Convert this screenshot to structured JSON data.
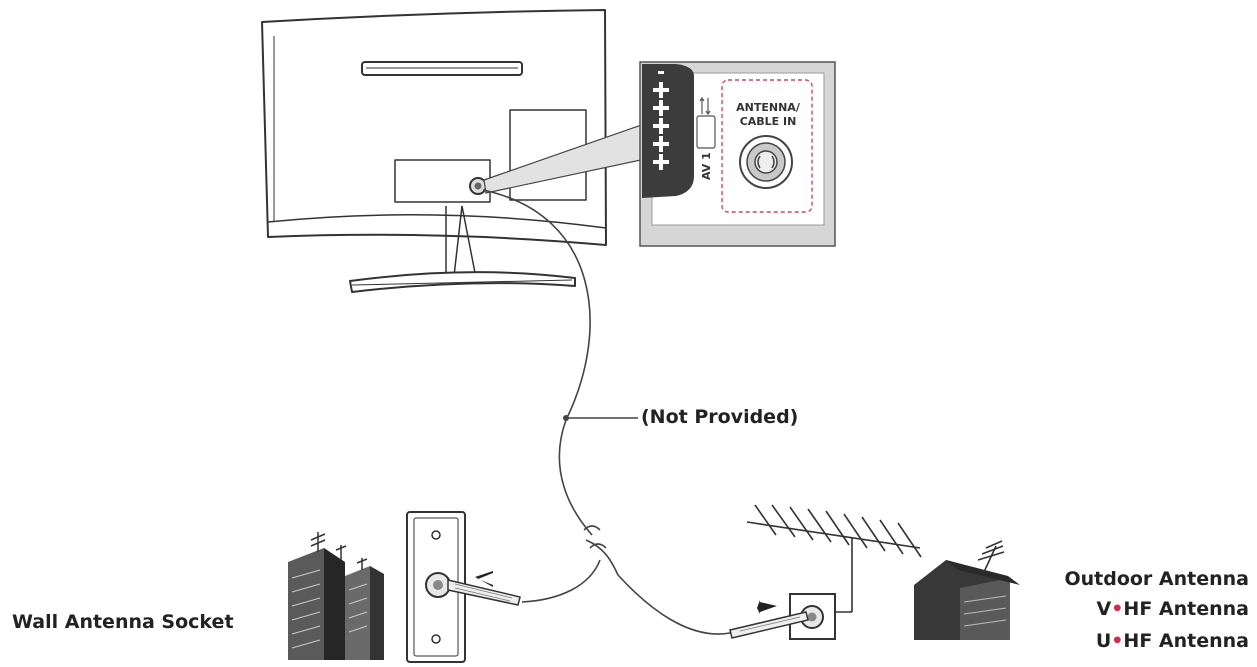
{
  "labels": {
    "port_name_line1": "ANTENNA/",
    "port_name_line2": "CABLE IN",
    "av_port": "AV 1",
    "cable_note": "(Not Provided)",
    "wall_socket": "Wall Antenna Socket",
    "outdoor_antenna": "Outdoor Antenna",
    "vhf_antenna_prefix": "V",
    "vhf_antenna_suffix": "HF Antenna",
    "uhf_antenna_prefix": "U",
    "uhf_antenna_suffix": "HF Antenna"
  },
  "icons": {
    "tv": "tv-back-icon",
    "port_zoom": "port-panel-callout",
    "wall_socket": "wall-socket-icon",
    "building": "apartment-building-icon",
    "house": "house-icon",
    "yagi": "yagi-antenna-icon",
    "arrow": "plug-in-arrow-icon"
  },
  "colors": {
    "line": "#333333",
    "panel_fill": "#d6d6d6",
    "highlight_dash": "#d2446a",
    "building_dark": "#3a3a3a",
    "accent_dot": "#d22b4a"
  }
}
